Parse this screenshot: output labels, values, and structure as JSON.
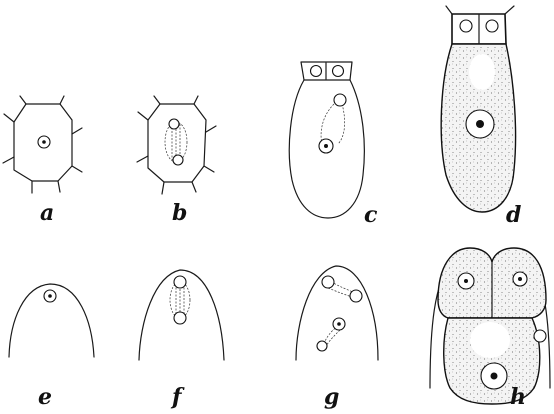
{
  "figure": {
    "panels": [
      {
        "id": "a",
        "label": "a"
      },
      {
        "id": "b",
        "label": "b"
      },
      {
        "id": "c",
        "label": "c"
      },
      {
        "id": "d",
        "label": "d"
      },
      {
        "id": "e",
        "label": "e"
      },
      {
        "id": "f",
        "label": "f"
      },
      {
        "id": "g",
        "label": "g"
      },
      {
        "id": "h",
        "label": "h"
      }
    ]
  }
}
